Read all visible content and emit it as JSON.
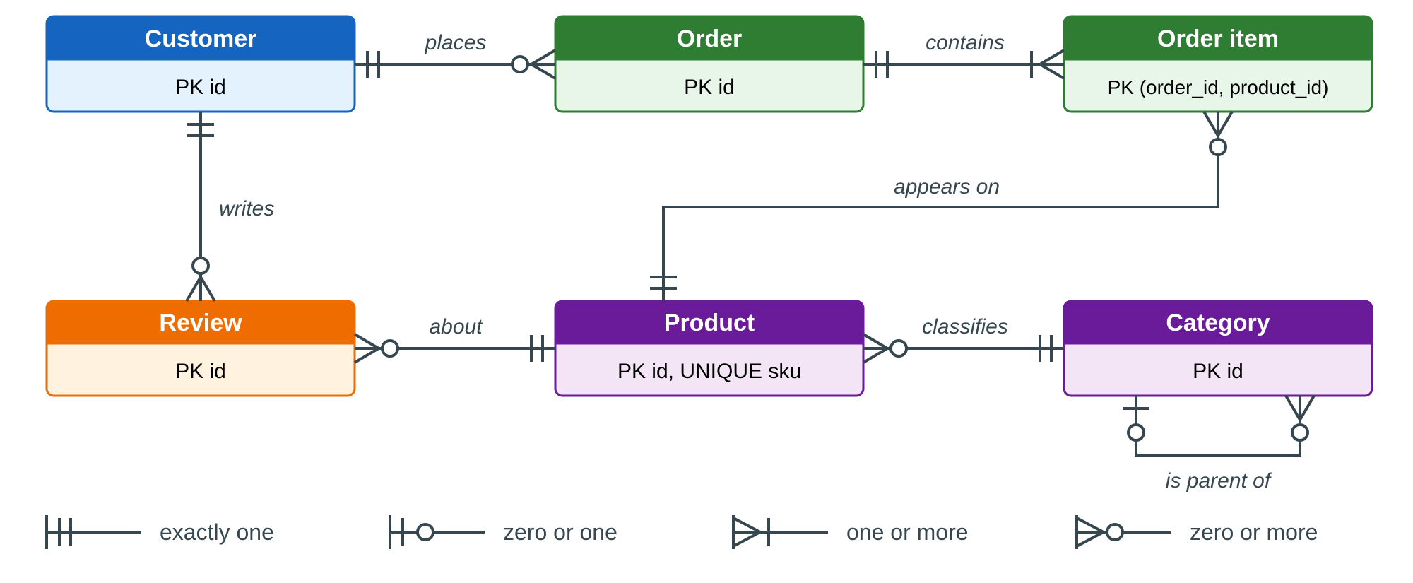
{
  "colors": {
    "line": "#37474f",
    "blue": {
      "header": "#1565c0",
      "body": "#e3f2fd"
    },
    "green": {
      "header": "#2e7d32",
      "body": "#e8f5e9"
    },
    "orange": {
      "header": "#ef6c00",
      "body": "#fff3e0"
    },
    "purple": {
      "header": "#6a1b9a",
      "body": "#f3e5f5"
    }
  },
  "entities": {
    "customer": {
      "title": "Customer",
      "key": "PK id",
      "color": "blue"
    },
    "order": {
      "title": "Order",
      "key": "PK id",
      "color": "green"
    },
    "order_item": {
      "title": "Order item",
      "key": "PK (order_id, product_id)",
      "color": "green"
    },
    "review": {
      "title": "Review",
      "key": "PK id",
      "color": "orange"
    },
    "product": {
      "title": "Product",
      "key": "PK id, UNIQUE sku",
      "color": "purple"
    },
    "category": {
      "title": "Category",
      "key": "PK id",
      "color": "purple"
    }
  },
  "relationships": {
    "places": {
      "label": "places",
      "from": "Customer",
      "from_card": "exactly one",
      "to": "Order",
      "to_card": "zero or more"
    },
    "contains": {
      "label": "contains",
      "from": "Order",
      "from_card": "exactly one",
      "to": "Order item",
      "to_card": "one or more"
    },
    "writes": {
      "label": "writes",
      "from": "Customer",
      "from_card": "exactly one",
      "to": "Review",
      "to_card": "zero or more"
    },
    "appears_on": {
      "label": "appears on",
      "from": "Product",
      "from_card": "exactly one",
      "to": "Order item",
      "to_card": "zero or more"
    },
    "about": {
      "label": "about",
      "from": "Product",
      "from_card": "exactly one",
      "to": "Review",
      "to_card": "zero or more"
    },
    "classifies": {
      "label": "classifies",
      "from": "Category",
      "from_card": "exactly one",
      "to": "Product",
      "to_card": "zero or more"
    },
    "is_parent_of": {
      "label": "is parent of",
      "from": "Category",
      "from_card": "zero or one",
      "to": "Category",
      "to_card": "zero or more"
    }
  },
  "legend": {
    "exactly_one": "exactly one",
    "zero_or_one": "zero or one",
    "one_or_more": "one or more",
    "zero_or_more": "zero or more"
  }
}
